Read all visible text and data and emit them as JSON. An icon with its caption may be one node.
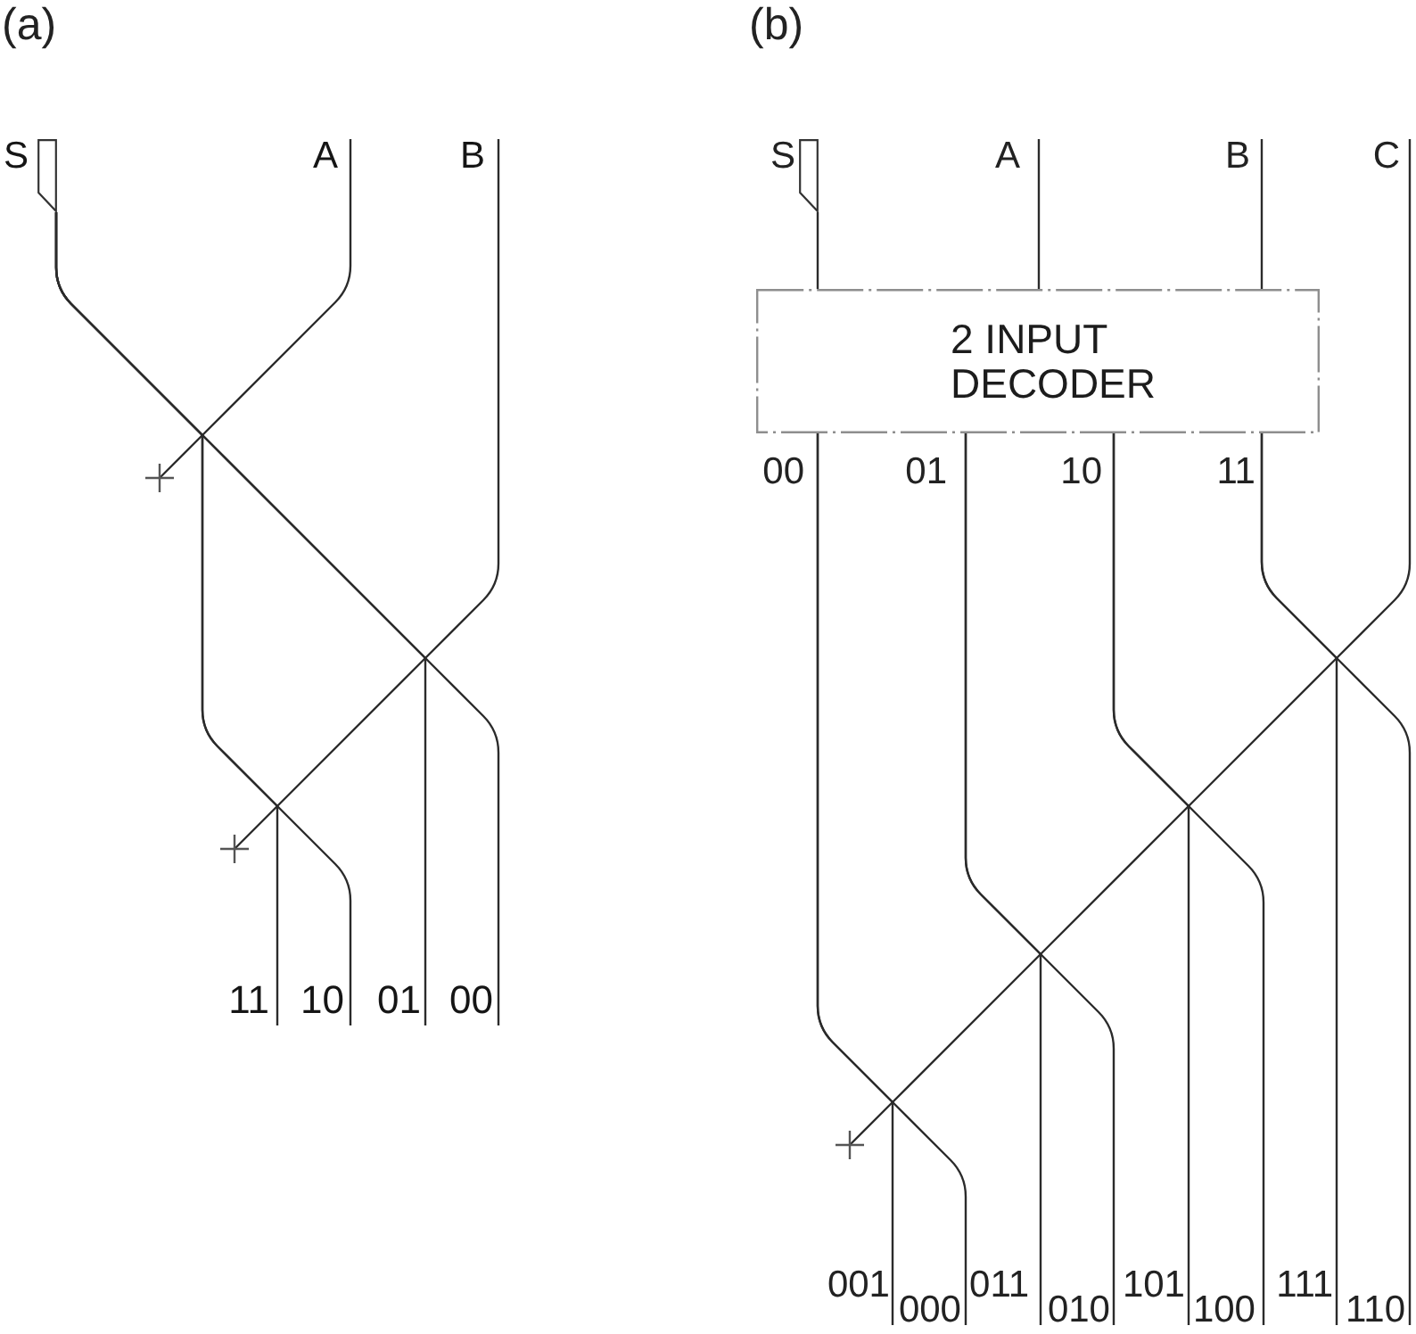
{
  "diagram": {
    "nodes": [
      {
        "text": [
          "S"
        ]
      },
      {
        "text": [
          "A"
        ]
      },
      {
        "text": [
          "B"
        ]
      },
      {
        "text": [
          "11"
        ]
      },
      {
        "text": [
          "10"
        ]
      },
      {
        "text": [
          "01"
        ]
      },
      {
        "text": [
          "00"
        ]
      },
      {
        "text": [
          "S"
        ]
      },
      {
        "text": [
          "A"
        ]
      },
      {
        "text": [
          "B"
        ]
      },
      {
        "text": [
          "C"
        ]
      },
      {
        "text": [
          "2 INPUT DECODER"
        ]
      },
      {
        "text": [
          "001"
        ]
      },
      {
        "text": [
          "000"
        ]
      },
      {
        "text": [
          "011"
        ]
      },
      {
        "text": [
          "010"
        ]
      },
      {
        "text": [
          "101"
        ]
      },
      {
        "text": [
          "100"
        ]
      },
      {
        "text": [
          "111"
        ]
      },
      {
        "text": [
          "110"
        ]
      }
    ],
    "edges": [
      {
        "from": 0,
        "to": 6,
        "arrow": "none"
      },
      {
        "from": 0,
        "to": 5,
        "arrow": "none"
      },
      {
        "from": 0,
        "to": 4,
        "arrow": "none"
      },
      {
        "from": 0,
        "to": 3,
        "arrow": "none"
      },
      {
        "from": 1,
        "to": null,
        "arrow": "other"
      },
      {
        "from": 2,
        "to": null,
        "arrow": "other"
      },
      {
        "from": 7,
        "to": 11,
        "arrow": "none"
      },
      {
        "from": 8,
        "to": 11,
        "arrow": "none"
      },
      {
        "from": 9,
        "to": 11,
        "arrow": "none"
      },
      {
        "from": 11,
        "to": 12,
        "arrow": "none"
      },
      {
        "from": 11,
        "to": 13,
        "arrow": "none"
      },
      {
        "from": 11,
        "to": 14,
        "arrow": "none"
      },
      {
        "from": 11,
        "to": 15,
        "arrow": "none"
      },
      {
        "from": 11,
        "to": 16,
        "arrow": "none"
      },
      {
        "from": 11,
        "to": 17,
        "arrow": "none"
      },
      {
        "from": 11,
        "to": 18,
        "arrow": "none"
      },
      {
        "from": 11,
        "to": 19,
        "arrow": "none"
      },
      {
        "from": 10,
        "to": null,
        "arrow": "other"
      }
    ],
    "labels": [
      "(a)",
      "(b)",
      "00",
      "01",
      "10",
      "11"
    ]
  }
}
